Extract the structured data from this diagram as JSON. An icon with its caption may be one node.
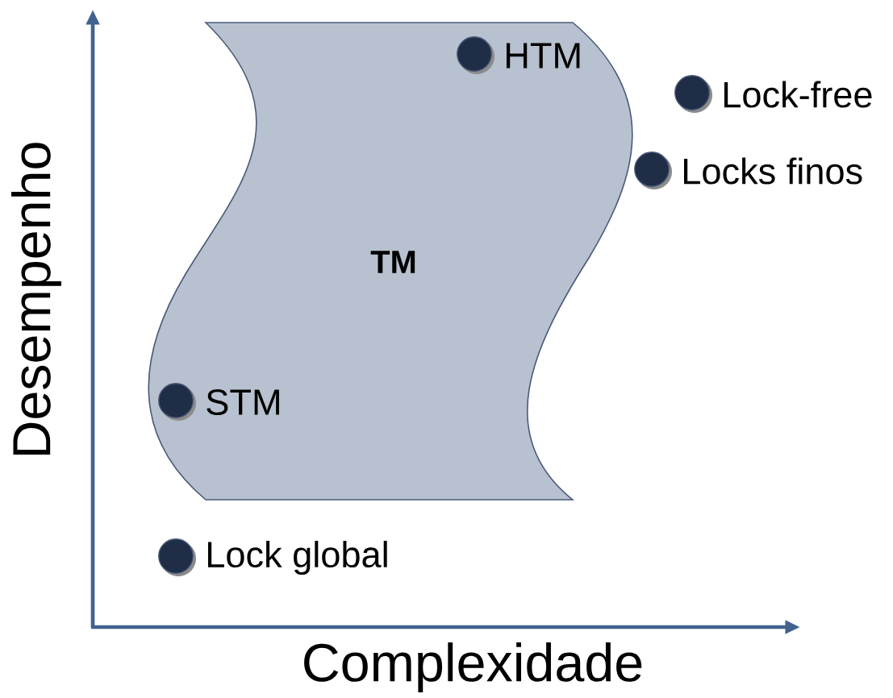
{
  "diagram": {
    "nodes": [
      {
        "text": [
          "TM"
        ]
      },
      {
        "text": [],
        "shape": "circle",
        "beside": [
          "HTM"
        ],
        "in": 0
      },
      {
        "text": [],
        "shape": "circle",
        "beside": [
          "Lock-free"
        ]
      },
      {
        "text": [],
        "shape": "circle",
        "beside": [
          "Locks finos"
        ]
      },
      {
        "text": [],
        "shape": "circle",
        "beside": [
          "STM"
        ],
        "in": 0
      },
      {
        "text": [],
        "shape": "circle",
        "beside": [
          "Lock global"
        ]
      }
    ],
    "labels": [
      "Desempenho",
      "Complexidade"
    ]
  }
}
